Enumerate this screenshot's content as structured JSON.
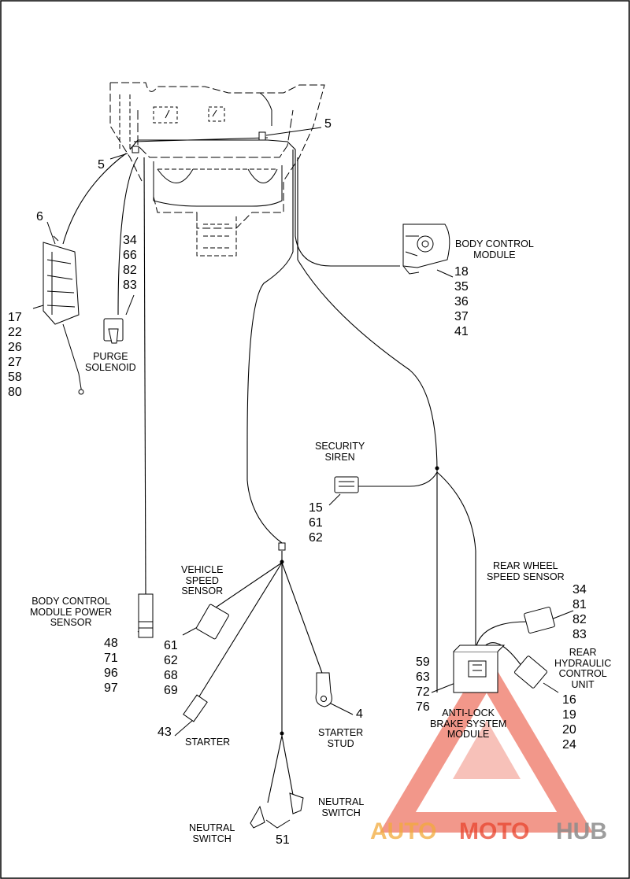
{
  "labels": {
    "body_control_module": [
      "BODY CONTROL",
      "MODULE"
    ],
    "bcm_refs": [
      "18",
      "35",
      "36",
      "37",
      "41"
    ],
    "purge_solenoid": [
      "PURGE",
      "SOLENOID"
    ],
    "purge_refs": [
      "34",
      "66",
      "82",
      "83"
    ],
    "left_refs": [
      "17",
      "22",
      "26",
      "27",
      "58",
      "80"
    ],
    "ref_6": "6",
    "ref_5_left": "5",
    "ref_5_right": "5",
    "security_siren": [
      "SECURITY",
      "SIREN"
    ],
    "siren_refs": [
      "15",
      "61",
      "62"
    ],
    "vehicle_speed_sensor": [
      "VEHICLE",
      "SPEED",
      "SENSOR"
    ],
    "vss_refs": [
      "61",
      "62",
      "68",
      "69"
    ],
    "bcm_power_sensor": [
      "BODY CONTROL",
      "MODULE POWER",
      "SENSOR"
    ],
    "bcm_power_refs": [
      "48",
      "71",
      "96",
      "97"
    ],
    "rear_wheel_speed_sensor": [
      "REAR WHEEL",
      "SPEED SENSOR"
    ],
    "rwss_refs": [
      "34",
      "81",
      "82",
      "83"
    ],
    "rear_hydraulic_control_unit": [
      "REAR",
      "HYDRAULIC",
      "CONTROL",
      "UNIT"
    ],
    "rhcu_refs": [
      "16",
      "19",
      "20",
      "24"
    ],
    "abs_refs": [
      "59",
      "63",
      "72",
      "76"
    ],
    "abs_module": [
      "ANTI-LOCK",
      "BRAKE SYSTEM",
      "MODULE"
    ],
    "starter": "STARTER",
    "starter_ref": "43",
    "starter_stud": [
      "STARTER",
      "STUD"
    ],
    "starter_stud_ref": "4",
    "neutral_switch_left": [
      "NEUTRAL",
      "SWITCH"
    ],
    "neutral_switch_right": [
      "NEUTRAL",
      "SWITCH"
    ],
    "neutral_switch_ref": "51"
  },
  "watermark": {
    "part1": "AUTO",
    "part2": "MOTO",
    "part3": "HUB",
    "color_primary": "#e8432c",
    "color_secondary": "#f2a93b",
    "color_gray": "#8c8c8c"
  }
}
